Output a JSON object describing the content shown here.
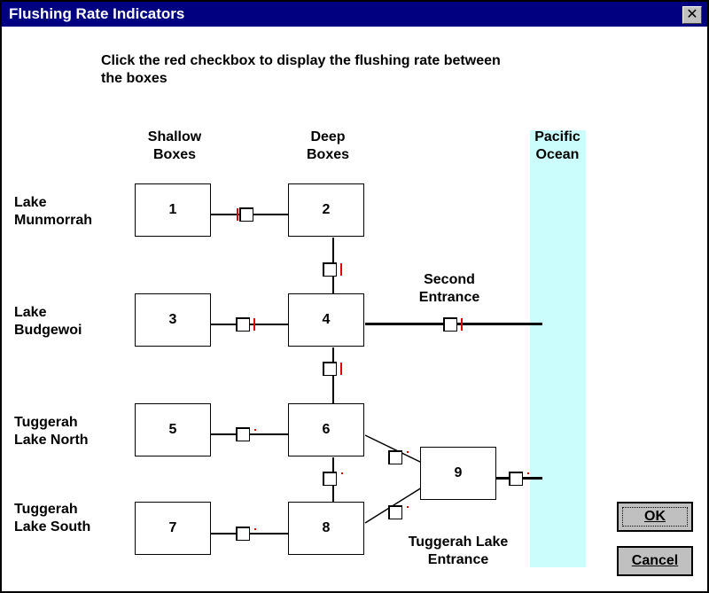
{
  "window": {
    "title": "Flushing Rate Indicators",
    "close_glyph": "✕"
  },
  "instruction": "Click the red checkbox to display the flushing rate between\nthe boxes",
  "headers": {
    "shallow": "Shallow\nBoxes",
    "deep": "Deep\nBoxes",
    "ocean": "Pacific\nOcean",
    "second_entrance": "Second\nEntrance",
    "tuggerah_entrance": "Tuggerah Lake\nEntrance"
  },
  "rows": [
    {
      "name": "Lake\nMunmorrah"
    },
    {
      "name": "Lake\nBudgewoi"
    },
    {
      "name": "Tuggerah\nLake North"
    },
    {
      "name": "Tuggerah\nLake South"
    }
  ],
  "boxes": [
    "1",
    "2",
    "3",
    "4",
    "5",
    "6",
    "7",
    "8",
    "9"
  ],
  "buttons": {
    "ok": "OK",
    "cancel": "Cancel"
  },
  "colors": {
    "titlebar": "#000080",
    "ocean": "#ccfdfd",
    "indicator": "#e00000",
    "button_face": "#c0c0c0"
  }
}
